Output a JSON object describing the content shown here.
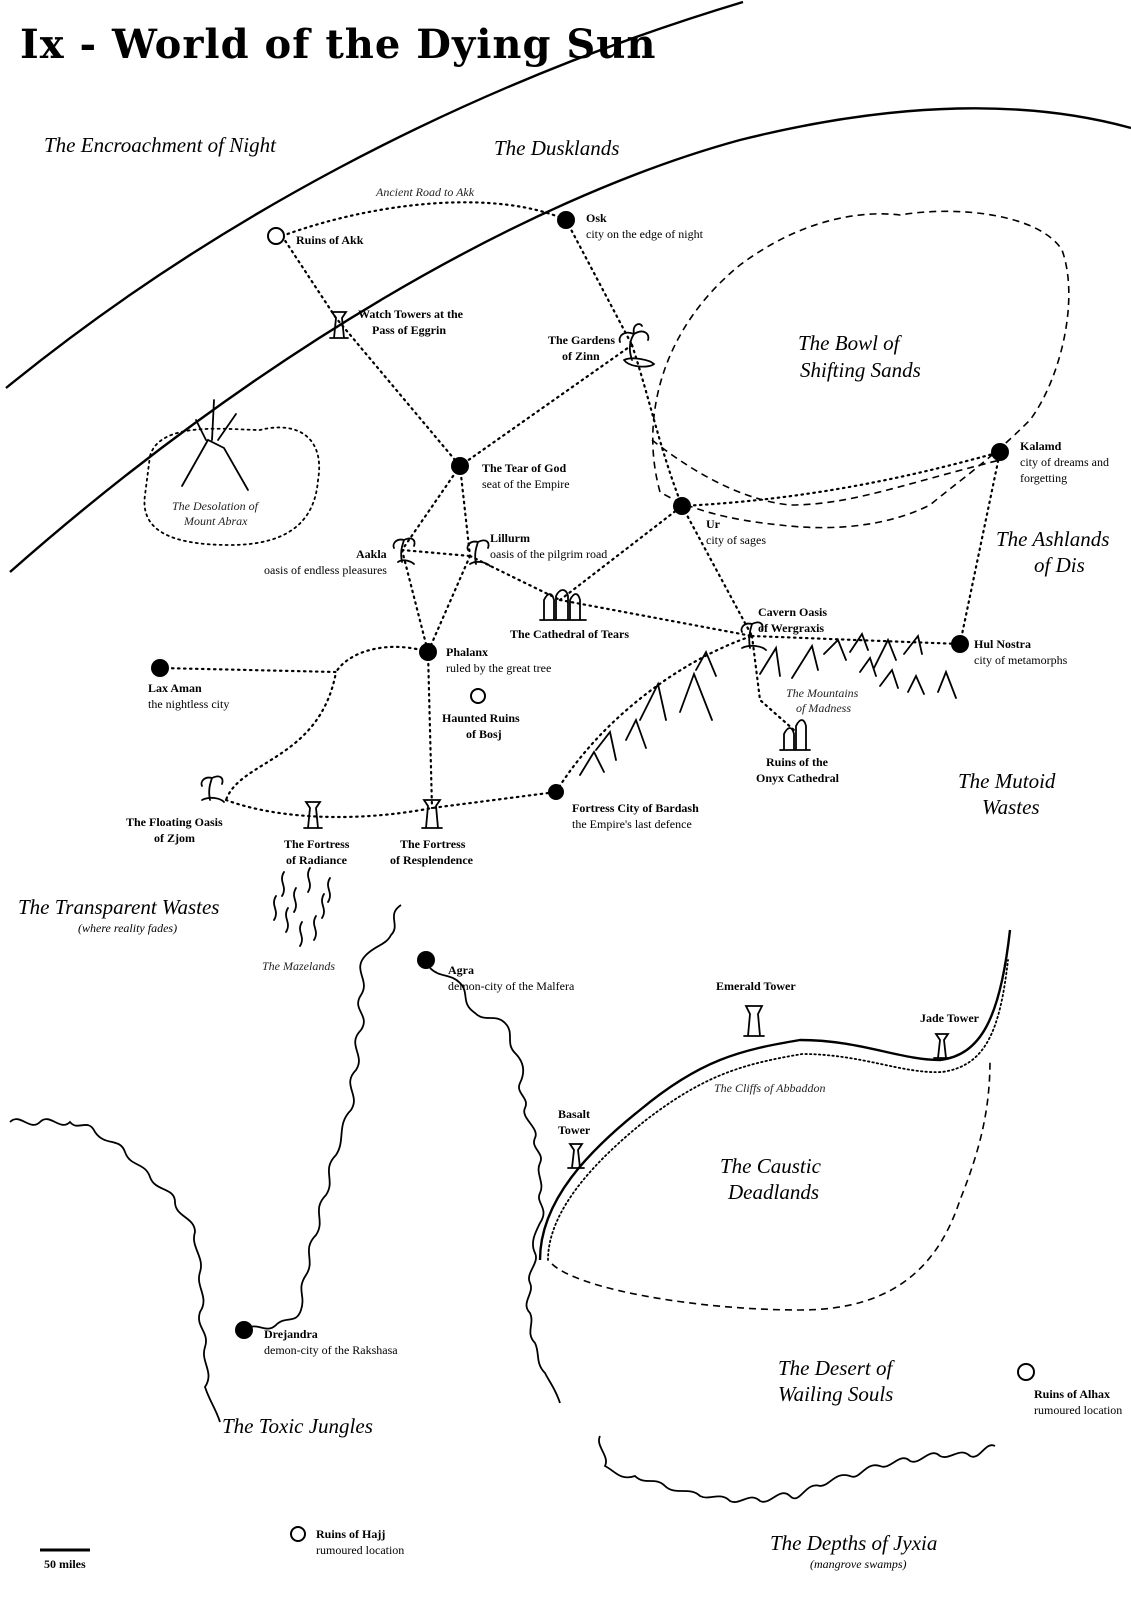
{
  "title": "Ix - World of the Dying Sun",
  "regions": {
    "encroachment": "The Encroachment of Night",
    "dusklands": "The Dusklands",
    "bowl_1": "The Bowl of",
    "bowl_2": "Shifting Sands",
    "ashlands_1": "The Ashlands",
    "ashlands_2": "of Dis",
    "mutoid_1": "The Mutoid",
    "mutoid_2": "Wastes",
    "transparent": "The Transparent Wastes",
    "transparent_sub": "(where reality fades)",
    "caustic_1": "The Caustic",
    "caustic_2": "Deadlands",
    "desert_1": "The Desert of",
    "desert_2": "Wailing Souls",
    "toxic": "The Toxic Jungles",
    "depths": "The Depths of Jyxia",
    "depths_sub": "(mangrove swamps)"
  },
  "features": {
    "ancient_road": "Ancient Road to Akk",
    "desolation_1": "The Desolation of",
    "desolation_2": "Mount Abrax",
    "mountains_1": "The Mountains",
    "mountains_2": "of Madness",
    "mazelands": "The Mazelands",
    "cliffs": "The Cliffs of Abbaddon"
  },
  "places": {
    "akk": "Ruins of Akk",
    "osk": "Osk",
    "osk_desc": "city on the edge of night",
    "watch_1": "Watch Towers at the",
    "watch_2": "Pass of Eggrin",
    "gardens_1": "The Gardens",
    "gardens_2": "of Zinn",
    "kalamd": "Kalamd",
    "kalamd_desc_1": "city of dreams and",
    "kalamd_desc_2": "forgetting",
    "tear": "The Tear of God",
    "tear_desc": "seat of the Empire",
    "ur": "Ur",
    "ur_desc": "city of sages",
    "aakla": "Aakla",
    "aakla_desc": "oasis of endless pleasures",
    "lillurm": "Lillurm",
    "lillurm_desc": "oasis of the pilgrim road",
    "cathedral": "The Cathedral of Tears",
    "cavern_1": "Cavern Oasis",
    "cavern_2": "of Wergraxis",
    "hul": "Hul Nostra",
    "hul_desc": "city of metamorphs",
    "lax": "Lax Aman",
    "lax_desc": "the nightless city",
    "phalanx": "Phalanx",
    "phalanx_desc": "ruled by the great tree",
    "bosj_1": "Haunted Ruins",
    "bosj_2": "of Bosj",
    "onyx_1": "Ruins of the",
    "onyx_2": "Onyx Cathedral",
    "zjom_1": "The Floating Oasis",
    "zjom_2": "of Zjom",
    "radiance_1": "The Fortress",
    "radiance_2": "of Radiance",
    "resplendence_1": "The Fortress",
    "resplendence_2": "of Resplendence",
    "bardash": "Fortress City of Bardash",
    "bardash_desc": "the Empire's last defence",
    "agra": "Agra",
    "agra_desc": "demon-city of the Malfera",
    "emerald": "Emerald Tower",
    "jade": "Jade Tower",
    "basalt_1": "Basalt",
    "basalt_2": "Tower",
    "drejandra": "Drejandra",
    "drejandra_desc": "demon-city of the Rakshasa",
    "alhax": "Ruins of Alhax",
    "alhax_desc": "rumoured location",
    "hajj": "Ruins of Hajj",
    "hajj_desc": "rumoured location"
  },
  "scale": "50 miles",
  "icons": {
    "city": "filled-circle-icon",
    "ruin": "open-circle-icon",
    "oasis": "palm-tree-icon",
    "tower": "tower-icon",
    "cathedral": "cathedral-icon",
    "volcano": "volcano-icon"
  }
}
